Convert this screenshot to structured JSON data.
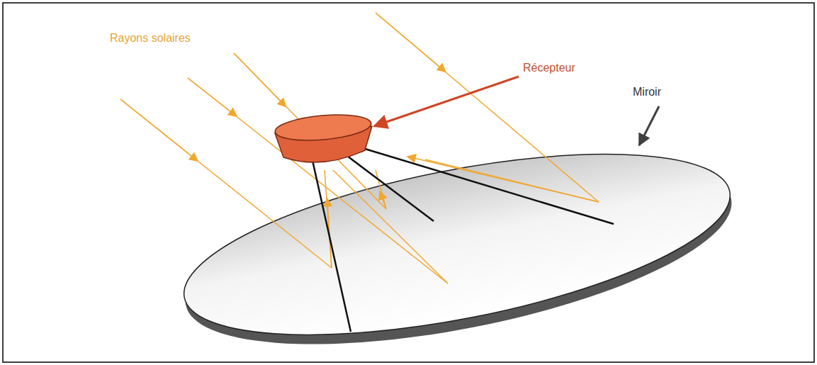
{
  "diagram": {
    "labels": [
      "Rayons solaires",
      "Récepteur",
      "Miroir"
    ]
  }
}
